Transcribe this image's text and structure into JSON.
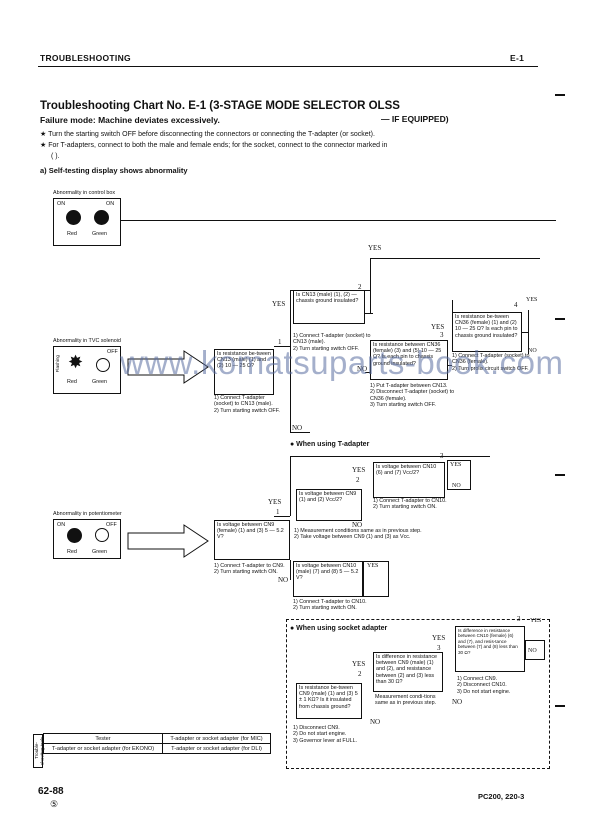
{
  "header": {
    "section": "TROUBLESHOOTING",
    "code": "E-1"
  },
  "title": "Troubleshooting Chart No. E-1 (3-STAGE MODE SELECTOR OLSS",
  "failure_mode": "Failure mode: Machine deviates excessively.",
  "if_equipped": "— IF EQUIPPED)",
  "notes": [
    "★  Turn the starting switch OFF before disconnecting the connectors or connecting the T-adapter (or socket).",
    "★  For T-adapters, connect to both the male and female ends; for the socket, connect to the connector marked in",
    "( )."
  ],
  "section_a": "a)  Self-testing display shows abnormality",
  "panel1": {
    "caption": "Abnormality in control box",
    "on1": "ON",
    "on2": "ON",
    "red": "Red",
    "green": "Green"
  },
  "panel2": {
    "caption": "Abnormality in TVC solenoid",
    "flashing": "Flashing",
    "off": "OFF",
    "red": "Red",
    "green": "Green"
  },
  "panel3": {
    "caption": "Abnormality in potentiometer",
    "on": "ON",
    "off": "OFF",
    "red": "Red",
    "green": "Green"
  },
  "yes": "YES",
  "no": "NO",
  "chart1": {
    "box1": "Is resistance be-tween CN13 (male) (1) and (2) 10 — 25 Ω?",
    "box1_act": "1)  Connect T-adapter (socket) to CN13 (male).\n2)  Turn starting switch OFF.",
    "box2": "Is CN13 (male) (1), (2) — chassis ground insulated?",
    "box2_act": "1)  Connect T-adapter (socket) to CN13 (male).\n2)  Turn starting switch OFF.",
    "box3": "Is resistance between CN36 (female) (3) and (5) 10 — 25 Ω? Is each pin to chassis ground insulated?",
    "box3_act": "1)  Put T-adapter between CN13.\n2)  Disconnect T-adapter (socket) to CN36 (female).\n3)  Turn starting switch OFF.",
    "box4": "Is resistance be-tween CN36 (female) (1) and (2) 10 — 25 Ω? Is each pin to chassis ground insulated?",
    "box4_act": "1)  Connect T-adapter (socket) to CN36 (female).\n2)  Turn prolix circuit switch OFF.",
    "n1": "1",
    "n2": "2",
    "n3": "3",
    "n4": "4"
  },
  "when_t": "●  When using T-adapter",
  "chart2": {
    "box1": "Is voltage between CN9 (female) (1) and (3) 5 — 5.2 V?",
    "box1_act": "1)  Connect T-adapter to CN9.\n2)  Turn starting switch ON.",
    "box2": "Is voltage between CN9 (1) and (2) Vcc/2?",
    "box2_act": "1)  Measurement conditions same as in previous step.\n2)  Take voltage between CN9 (1) and (3) as Vcc.",
    "box3": "Is voltage between CN10 (6) and (7) Vcc/2?",
    "box3_act": "1)  Connect T-adapter to CN10.\n2)  Turn starting switch ON.",
    "box4": "Is voltage between CN10 (male) (7) and (8) 5 — 5.2 V?",
    "box4_act": "1)  Connect T-adapter to CN10.\n2)  Turn starting switch ON.",
    "n1": "1",
    "n2": "2",
    "n3": "3"
  },
  "when_s": "●  When using socket adapter",
  "chart3": {
    "box1": "Is resistance be-tween CN9 (male) (1) and (3) 5 ± 1 KΩ? Is it insulated from chassis ground?",
    "box1_act": "1)  Disconnect CN9.\n2)  Do not start engine.\n3)  Governor lever at FULL.",
    "box2": "Is difference in resistance between CN9 (male) (1) and (2), and resistance between (2) and (3) less than 30 Ω?",
    "box2_act": "Measurement condi-tions same as in previous step.",
    "box3": "Is difference in resistance between CN10 (female) (6) and (7), and resis-tance between (7) and (8) less than 30 Ω?",
    "box3_act": "1)  Connect CN9.\n2)  Disconnect CN10.\n3)  Do not start engine.",
    "n2": "2",
    "n3": "3"
  },
  "tools": {
    "side": "Trouble-shooting tools",
    "rows": [
      [
        "Tester",
        "T-adapter or socket adapter (for MIC)"
      ],
      [
        "T-adapter or socket adapter (for EKONO)",
        "T-adapter or socket adapter (for DLI)"
      ]
    ]
  },
  "footer": {
    "page": "62-88",
    "rev": "⑤",
    "model": "PC200, 220-3"
  },
  "watermark": "www.komatsuparts-book.com"
}
